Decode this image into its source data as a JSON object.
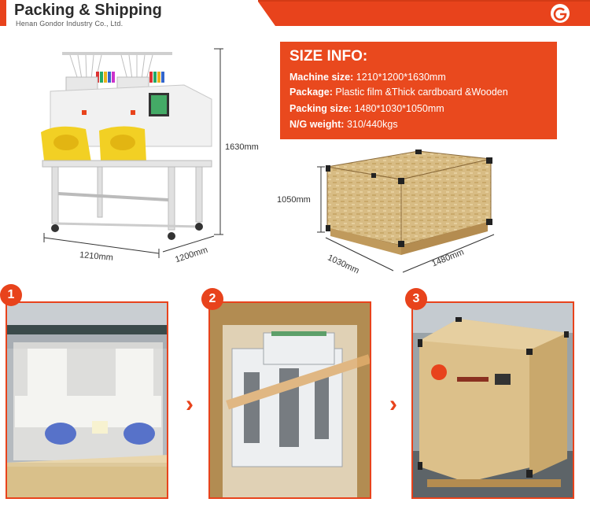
{
  "header": {
    "title": "Packing & Shipping",
    "subtitle": "Henan Gondor Industry Co., Ltd.",
    "logo_letter": "G"
  },
  "size_info": {
    "title": "SIZE INFO:",
    "rows": [
      {
        "label": "Machine size:",
        "value": "1210*1200*1630mm"
      },
      {
        "label": "Package:",
        "value": "Plastic film &Thick cardboard &Wooden"
      },
      {
        "label": "Packing size:",
        "value": "1480*1030*1050mm"
      },
      {
        "label": "N/G weight:",
        "value": "310/440kgs"
      }
    ]
  },
  "machine_dims": {
    "height": "1630mm",
    "width": "1210mm",
    "depth": "1200mm"
  },
  "crate_dims": {
    "height": "1050mm",
    "depth": "1030mm",
    "length": "1480mm"
  },
  "steps": [
    {
      "number": "1"
    },
    {
      "number": "2"
    },
    {
      "number": "3"
    }
  ],
  "colors": {
    "accent": "#e8431c",
    "info_bg": "#e9491e"
  },
  "icons": {
    "next": "chevron-right-icon",
    "logo": "gondor-logo-icon"
  }
}
